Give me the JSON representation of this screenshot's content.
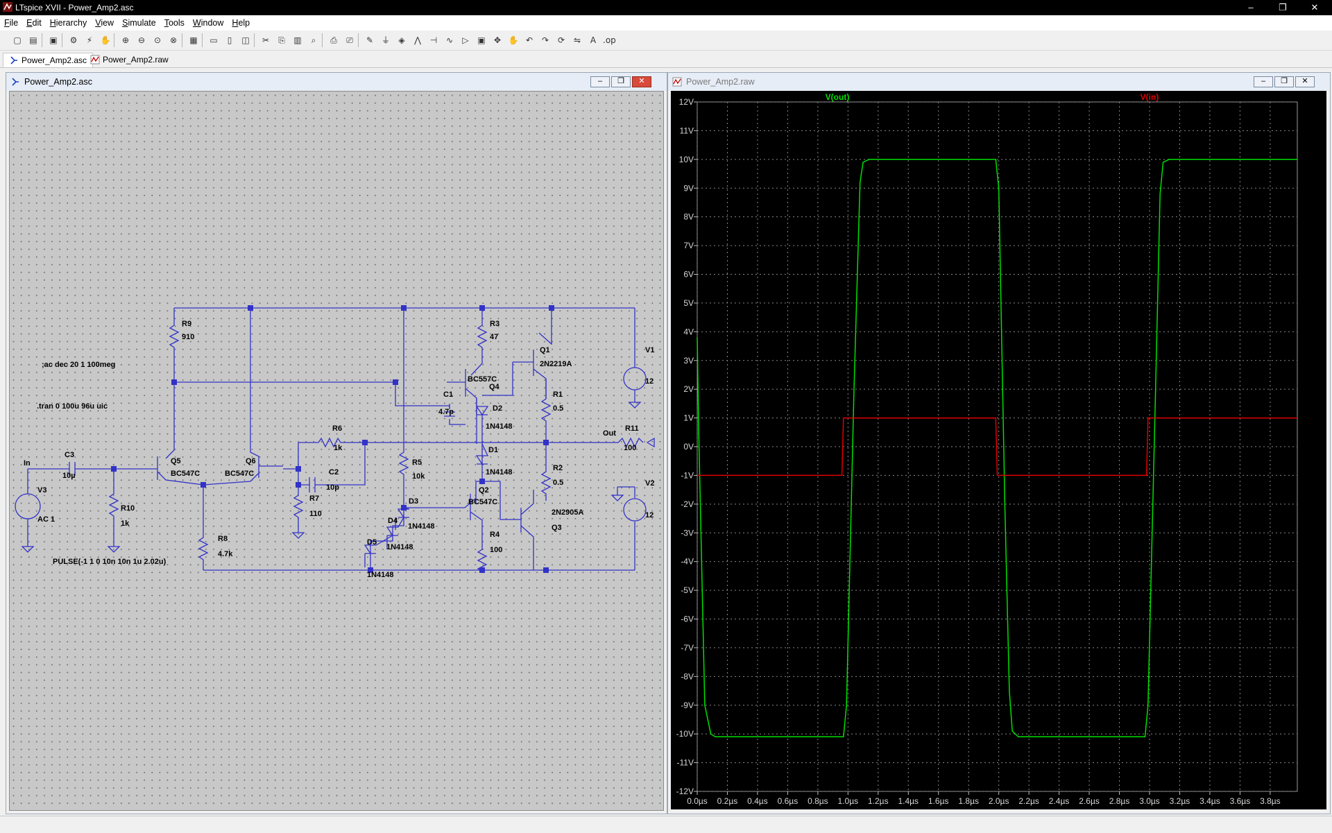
{
  "window": {
    "title": "LTspice XVII - Power_Amp2.asc",
    "controls": [
      "minimize-icon",
      "restore-icon",
      "close-icon"
    ]
  },
  "menu": [
    "File",
    "Edit",
    "Hierarchy",
    "View",
    "Simulate",
    "Tools",
    "Window",
    "Help"
  ],
  "toolbar": {
    "icons": [
      "new-schematic-icon",
      "open-icon",
      "save-icon",
      "control-panel-icon",
      "run-icon",
      "halt-icon",
      "zoom-in-icon",
      "zoom-out-icon",
      "zoom-fit-icon",
      "zoom-cancel-icon",
      "autorange-icon",
      "tile-horizontal-icon",
      "tile-vertical-icon",
      "cascade-icon",
      "cut-icon",
      "copy-icon",
      "paste-icon",
      "find-icon",
      "print-icon",
      "print-preview-icon",
      "wire-icon",
      "ground-icon",
      "label-net-icon",
      "resistor-icon",
      "capacitor-icon",
      "inductor-icon",
      "diode-icon",
      "component-icon",
      "move-icon",
      "drag-icon",
      "undo-icon",
      "redo-icon",
      "rotate-icon",
      "mirror-icon",
      "text-icon",
      "spice-directive-icon"
    ]
  },
  "tabs": [
    {
      "label": "Power_Amp2.asc",
      "icon": "schematic-icon",
      "active": true
    },
    {
      "label": "Power_Amp2.raw",
      "icon": "waveform-icon",
      "active": false
    }
  ],
  "schematic": {
    "title": "Power_Amp2.asc",
    "wire_color": "#3232c8",
    "directives": [
      ";ac dec 20 1 100meg",
      ".tran 0 100u 96u uic"
    ],
    "labels": {
      "in": "In",
      "out": "Out",
      "R9": "R9",
      "R9_val": "910",
      "R3": "R3",
      "R3_val": "47",
      "Q1": "Q1",
      "Q1_val": "2N2219A",
      "V1": "V1",
      "V1_val": "12",
      "Q4": "Q4",
      "Q4_val": "BC557C",
      "C1": "C1",
      "C1_val": "4.7p",
      "D2": "D2",
      "D2_val": "1N4148",
      "R1": "R1",
      "R1_val": "0.5",
      "R6": "R6",
      "R6_val": "1k",
      "R11": "R11",
      "R11_val": "100",
      "C3": "C3",
      "C3_val": "10µ",
      "Q5": "Q5",
      "Q5_val": "BC547C",
      "Q6": "Q6",
      "Q6_val": "BC547C",
      "C2": "C2",
      "C2_val": "10p",
      "R5": "R5",
      "R5_val": "10k",
      "D1": "D1",
      "D1_val": "1N4148",
      "R2": "R2",
      "R2_val": "0.5",
      "V2": "V2",
      "V2_val": "12",
      "V3": "V3",
      "V3_val": "AC 1",
      "R10": "R10",
      "R10_val": "1k",
      "R7": "R7",
      "R7_val": "110",
      "Q2": "Q2",
      "Q2_val": "BC547C",
      "Q3": "Q3",
      "Q3_val": "2N2905A",
      "D3": "D3",
      "D3_val": "1N4148",
      "D4": "D4",
      "D4_val": "1N4148",
      "D5": "D5",
      "D5_val": "1N4148",
      "R8": "R8",
      "R8_val": "4.7k",
      "R4": "R4",
      "R4_val": "100",
      "pulse": "PULSE(-1 1 0 10n 10n 1u 2.02u)"
    }
  },
  "waveform": {
    "title": "Power_Amp2.raw"
  },
  "chart_data": {
    "type": "line",
    "background": "#000000",
    "grid": true,
    "xlim": [
      0,
      3.98
    ],
    "ylim": [
      -12,
      12
    ],
    "x_unit": "µs",
    "y_unit": "V",
    "x_ticks": [
      "0.0µs",
      "0.2µs",
      "0.4µs",
      "0.6µs",
      "0.8µs",
      "1.0µs",
      "1.2µs",
      "1.4µs",
      "1.6µs",
      "1.8µs",
      "2.0µs",
      "2.2µs",
      "2.4µs",
      "2.6µs",
      "2.8µs",
      "3.0µs",
      "3.2µs",
      "3.4µs",
      "3.6µs",
      "3.8µs"
    ],
    "y_ticks": [
      "12V",
      "11V",
      "10V",
      "9V",
      "8V",
      "7V",
      "6V",
      "5V",
      "4V",
      "3V",
      "2V",
      "1V",
      "0V",
      "-1V",
      "-2V",
      "-3V",
      "-4V",
      "-5V",
      "-6V",
      "-7V",
      "-8V",
      "-9V",
      "-10V",
      "-11V",
      "-12V"
    ],
    "series": [
      {
        "name": "V(out)",
        "color": "#00e000",
        "x": [
          0,
          0.01,
          0.05,
          0.09,
          0.12,
          0.17,
          0.97,
          0.99,
          1.04,
          1.08,
          1.1,
          1.14,
          1.98,
          2.0,
          2.04,
          2.07,
          2.09,
          2.13,
          2.97,
          2.99,
          3.04,
          3.07,
          3.09,
          3.13,
          3.98
        ],
        "y": [
          3.8,
          0.5,
          -9.0,
          -10.0,
          -10.1,
          -10.1,
          -10.1,
          -9.0,
          2.0,
          9.2,
          9.9,
          10.0,
          10.0,
          9.0,
          -2.0,
          -8.5,
          -9.9,
          -10.1,
          -10.1,
          -9.0,
          2.0,
          8.8,
          9.9,
          10.0,
          10.0
        ]
      },
      {
        "name": "V(in)",
        "color": "#e00000",
        "x": [
          0,
          0.96,
          0.97,
          1.98,
          1.99,
          2.98,
          2.99,
          3.98
        ],
        "y": [
          -1,
          -1,
          1,
          1,
          -1,
          -1,
          1,
          1
        ]
      }
    ]
  }
}
